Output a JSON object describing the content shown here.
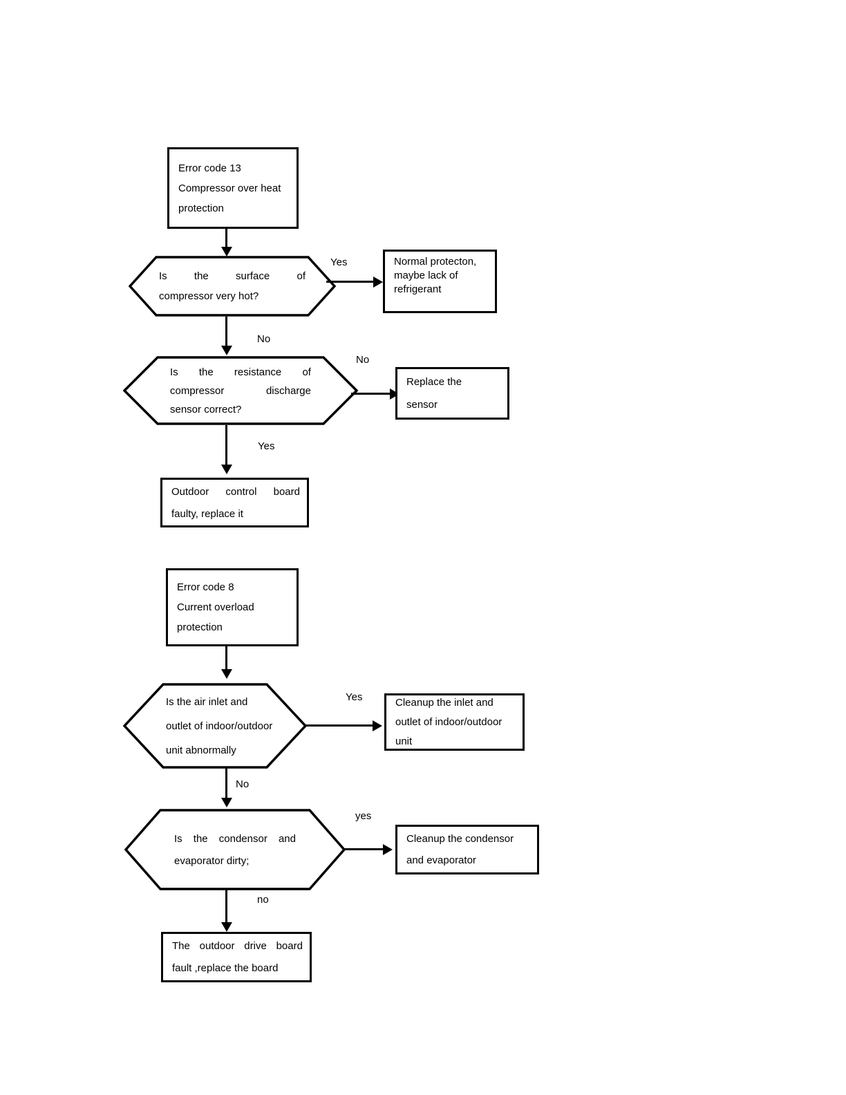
{
  "diagram": {
    "title": "Error code troubleshooting flowcharts",
    "stroke_color": "#000000",
    "background_color": "#ffffff"
  },
  "flow1": {
    "start": {
      "line1": "Error code 13",
      "line2": "Compressor over heat",
      "line3": "protection"
    },
    "decision1": {
      "l1w1": "Is",
      "l1w2": "the",
      "l1w3": "surface",
      "l1w4": "of",
      "line2": "compressor very hot?"
    },
    "decision1_yes_label": "Yes",
    "decision1_no_label": "No",
    "result_yes": {
      "line1": "Normal protecton,",
      "line2": "maybe lack of",
      "line3": "refrigerant"
    },
    "decision2": {
      "l1w1": "Is",
      "l1w2": "the",
      "l1w3": "resistance",
      "l1w4": "of",
      "l2w1": "compressor",
      "l2w2": "discharge",
      "line3": "sensor correct?"
    },
    "decision2_no_label": "No",
    "decision2_yes_label": "Yes",
    "result_no": {
      "line1": "Replace the",
      "line2": "sensor"
    },
    "end": {
      "l1w1": "Outdoor",
      "l1w2": "control",
      "l1w3": "board",
      "line2": "faulty, replace it"
    }
  },
  "flow2": {
    "start": {
      "line1": "Error code 8",
      "line2": "Current overload",
      "line3": "protection"
    },
    "decision1": {
      "line1": "Is the air inlet and",
      "line2": "outlet of indoor/outdoor",
      "line3": "unit abnormally"
    },
    "decision1_yes_label": "Yes",
    "decision1_no_label": "No",
    "result_yes": {
      "line1": "Cleanup the inlet and",
      "line2": "outlet of indoor/outdoor",
      "line3": "unit"
    },
    "decision2": {
      "l1w1": "Is",
      "l1w2": "the",
      "l1w3": "condensor",
      "l1w4": "and",
      "line2": "evaporator dirty;"
    },
    "decision2_yes_label": "yes",
    "decision2_no_label": "no",
    "result_yes2": {
      "line1": "Cleanup the condensor",
      "line2": "and evaporator"
    },
    "end": {
      "l1w1": "The",
      "l1w2": "outdoor",
      "l1w3": "drive",
      "l1w4": "board",
      "line2": "fault ,replace the board"
    }
  }
}
